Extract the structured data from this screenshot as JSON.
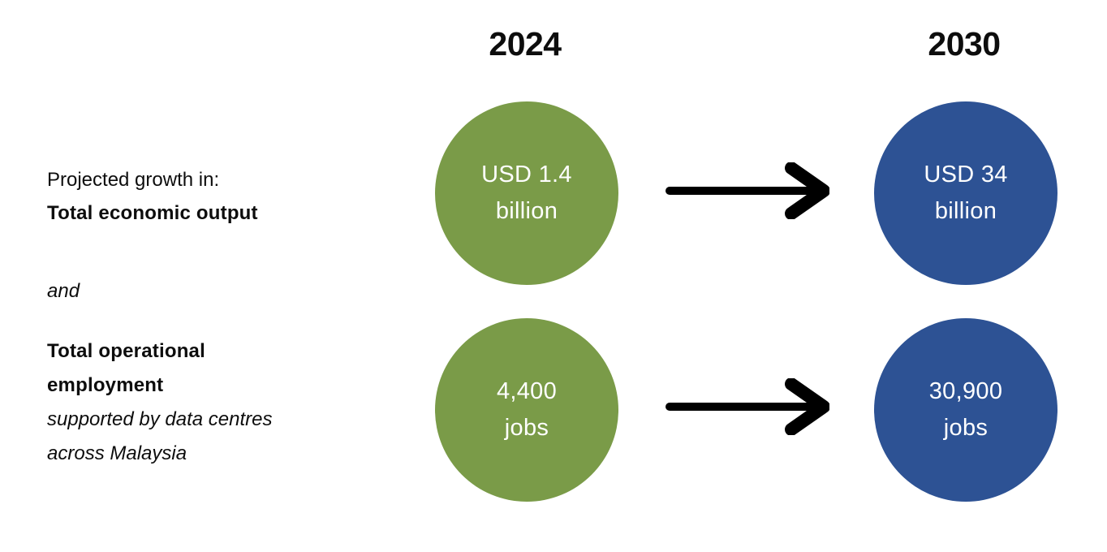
{
  "figure": {
    "years": [
      "2024",
      "2030"
    ],
    "rows": [
      {
        "metric": "Total economic output",
        "start": {
          "line1": "USD 1.4",
          "line2": "billion"
        },
        "end": {
          "line1": "USD 34",
          "line2": "billion"
        }
      },
      {
        "metric": "Total operational employment",
        "start": {
          "line1": "4,400",
          "line2": "jobs"
        },
        "end": {
          "line1": "30,900",
          "line2": "jobs"
        }
      }
    ]
  },
  "left_panel": {
    "intro": "Projected growth in:",
    "metric1": "Total economic output",
    "conjunction": "and",
    "metric2_lines": [
      "Total operational",
      "employment"
    ],
    "caption_lines": [
      "supported by data centres",
      "across Malaysia"
    ]
  },
  "colors": {
    "circle_2024": "#7A9B48",
    "circle_2030": "#2D5294",
    "arrow": "#000000",
    "heading_text": "#0D0D0D"
  },
  "chart_data": {
    "type": "table",
    "title": "Projected growth in Total economic output and Total operational employment supported by data centres across Malaysia",
    "categories": [
      "2024",
      "2030"
    ],
    "series": [
      {
        "name": "Total economic output",
        "values_display": [
          "USD 1.4 billion",
          "USD 34 billion"
        ],
        "values_usd_billion": [
          1.4,
          34
        ]
      },
      {
        "name": "Total operational employment",
        "values_display": [
          "4,400 jobs",
          "30,900 jobs"
        ],
        "values_jobs": [
          4400,
          30900
        ]
      }
    ],
    "legend_position": "none",
    "grid": false
  }
}
